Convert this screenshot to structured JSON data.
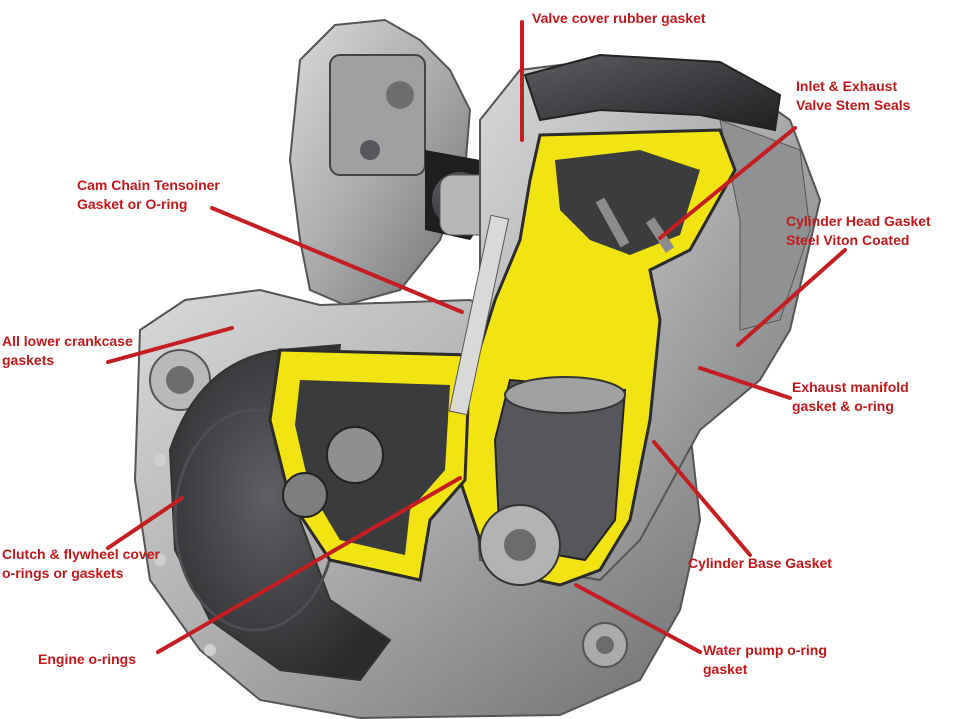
{
  "colors": {
    "label": "#c0181b",
    "leader": "#c41e22",
    "cutaway_yellow": "#f2e312",
    "metal_light": "#c8c9c8",
    "metal_dark": "#3a3b3d",
    "background": "#ffffff"
  },
  "labels": {
    "valve_cover": {
      "lines": [
        "Valve cover rubber gasket"
      ]
    },
    "valve_stem": {
      "lines": [
        "Inlet & Exhaust",
        "Valve Stem Seals"
      ]
    },
    "cam_chain": {
      "lines": [
        "Cam Chain Tensoiner",
        "Gasket or O-ring"
      ]
    },
    "head_gasket": {
      "lines": [
        "Cylinder Head Gasket",
        "Steel Viton Coated"
      ]
    },
    "crankcase": {
      "lines": [
        "All lower crankcase",
        "gaskets"
      ]
    },
    "exhaust_manifold": {
      "lines": [
        "Exhaust manifold",
        "gasket & o-ring"
      ]
    },
    "clutch_cover": {
      "lines": [
        "Clutch & flywheel cover",
        "o-rings or gaskets"
      ]
    },
    "cylinder_base": {
      "lines": [
        "Cylinder Base Gasket"
      ]
    },
    "engine_orings": {
      "lines": [
        "Engine o-rings"
      ]
    },
    "water_pump": {
      "lines": [
        "Water pump o-ring",
        "gasket"
      ]
    }
  }
}
